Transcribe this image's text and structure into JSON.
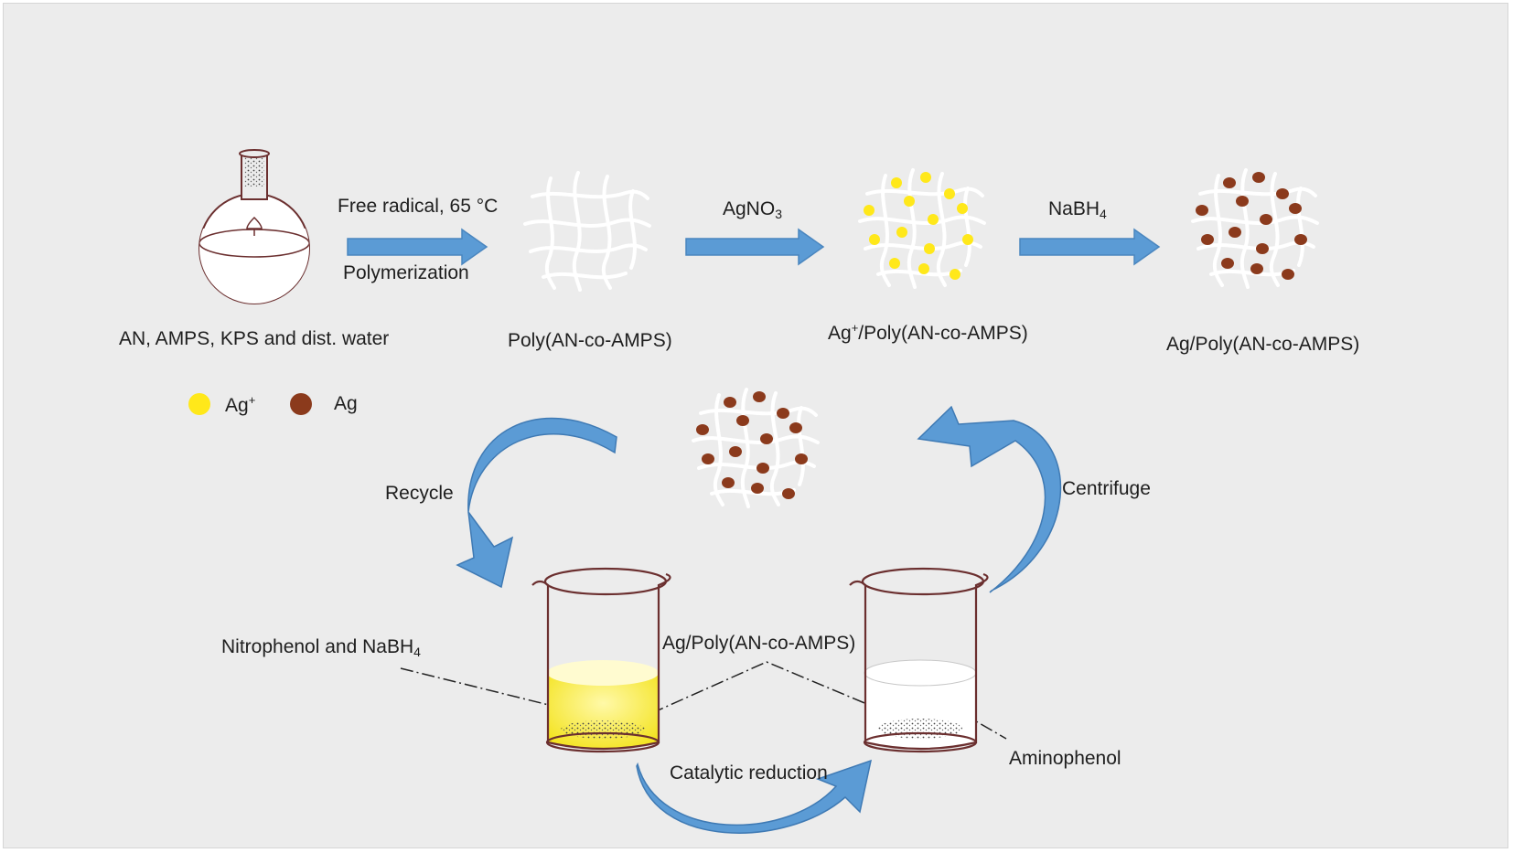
{
  "labels": {
    "reactants": "AN, AMPS, KPS and dist. water",
    "step1_top": "Free radical, 65 °C",
    "step1_bottom": "Polymerization",
    "poly": "Poly(AN-co-AMPS)",
    "step2_reagent": "AgNO",
    "step2_sub": "3",
    "ag_ion_poly_sup": "+",
    "ag_ion_poly_main": "/Poly(AN-co-AMPS)",
    "ag_ion_poly_prefix": "Ag",
    "step3_reagent": "NaBH",
    "step3_sub": "4",
    "ag_poly": "Ag/Poly(AN-co-AMPS)",
    "legend_ion_prefix": "Ag",
    "legend_ion_sup": "+",
    "legend_ag": "Ag",
    "recycle": "Recycle",
    "centrifuge": "Centrifuge",
    "nitrophenol_prefix": "Nitrophenol and NaBH",
    "nitrophenol_sub": "4",
    "catalyst": "Ag/Poly(AN-co-AMPS)",
    "aminophenol": "Aminophenol",
    "catalytic": "Catalytic reduction"
  },
  "colors": {
    "background": "#ececec",
    "arrow": "#5b9bd5",
    "ag_ion": "#ffe81a",
    "ag": "#8b3a1c",
    "nitrophenol_solution": "#f5e820",
    "glass": "#6b2f2f"
  },
  "icons": [
    "round-bottom-flask-icon",
    "polymer-network-icon",
    "beaker-icon"
  ]
}
